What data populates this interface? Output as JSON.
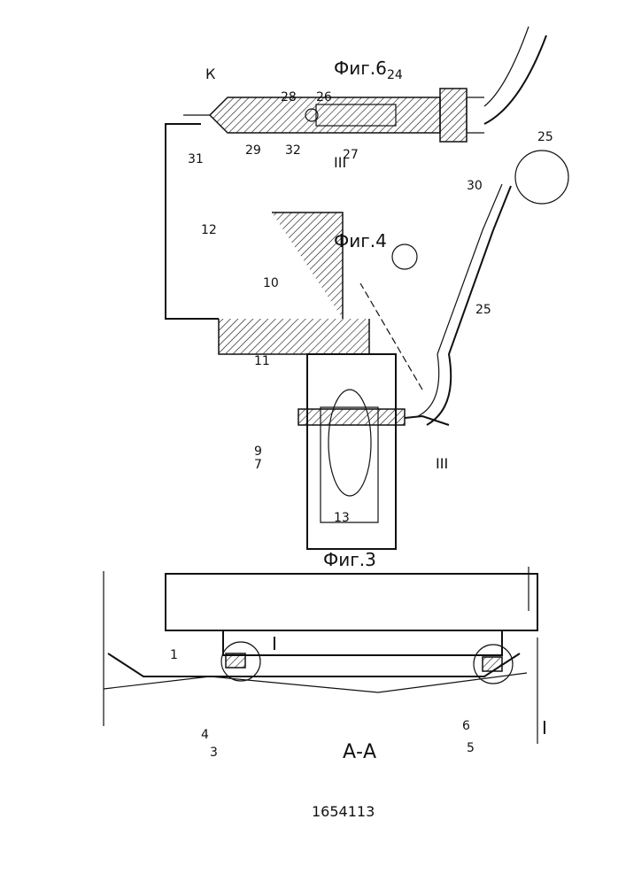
{
  "patent_number": "1654113",
  "figures": {
    "fig3": "Фиг.3",
    "fig4": "Фиг.4",
    "fig6": "Фиг.6"
  },
  "section_label": "А-А",
  "detail_labels": {
    "view_I": "I",
    "view_III": "III",
    "view_K": "К"
  },
  "part_numbers": [
    "1",
    "3",
    "4",
    "5",
    "6",
    "7",
    "9",
    "10",
    "11",
    "12",
    "13",
    "24",
    "25",
    "26",
    "27",
    "28",
    "29",
    "30",
    "31",
    "32"
  ]
}
